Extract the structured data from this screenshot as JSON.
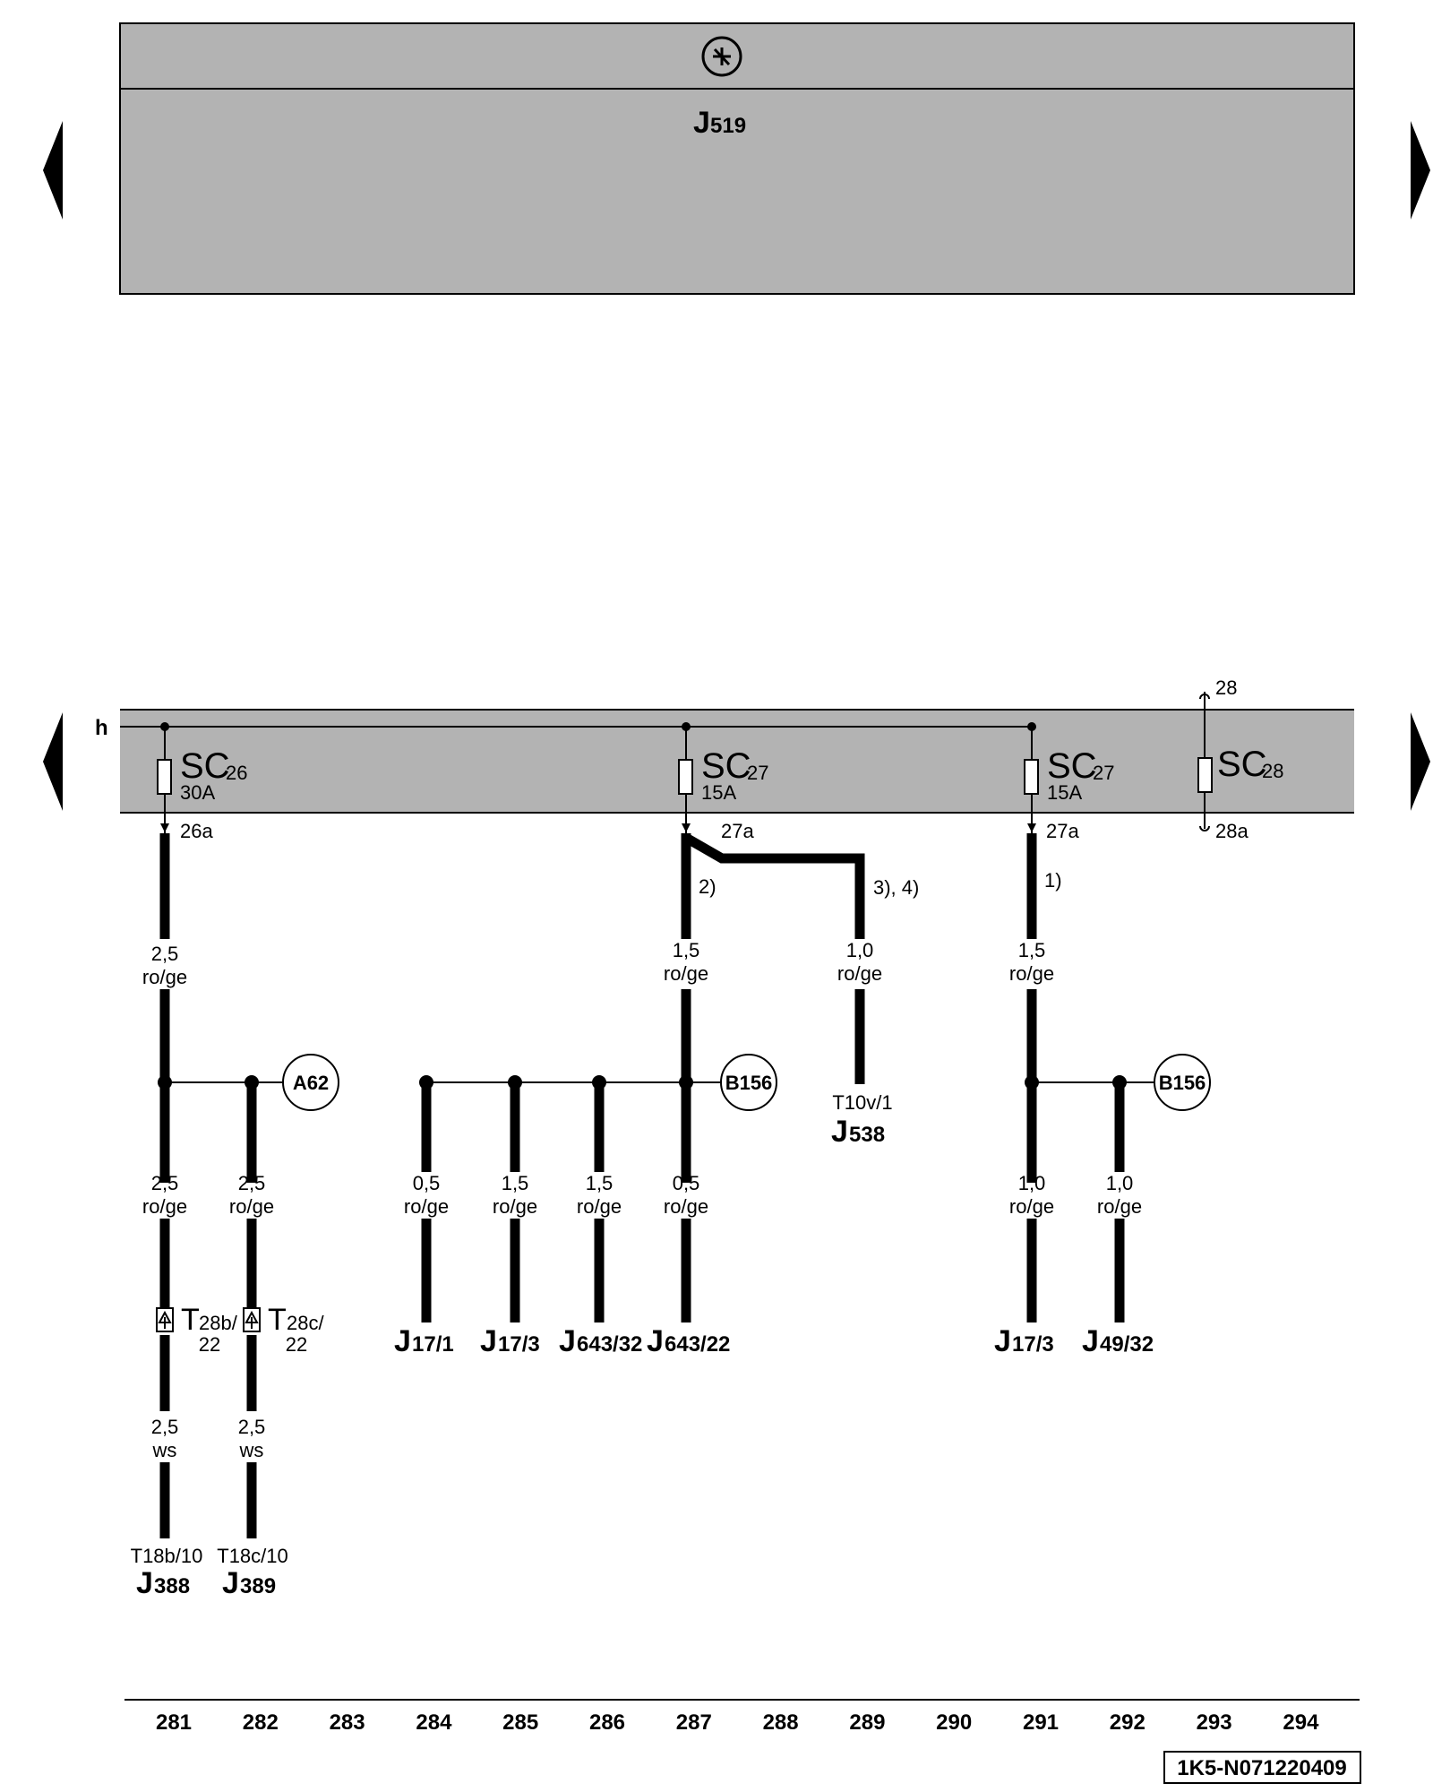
{
  "top_unit": {
    "symbol": "transistor-symbol",
    "component": "J",
    "component_sub": "519"
  },
  "rail_label": "h",
  "top_connector": "28",
  "fuses": [
    {
      "name": "SC",
      "num": "26",
      "amp": "30A",
      "out": "26a"
    },
    {
      "name": "SC",
      "num": "27",
      "amp": "15A",
      "out": "27a"
    },
    {
      "name": "SC",
      "num": "27",
      "amp": "15A",
      "out": "27a"
    },
    {
      "name": "SC",
      "num": "28",
      "amp": "",
      "out": "28a"
    }
  ],
  "footnotes": {
    "f2": "2)",
    "f34": "3), 4)",
    "f1": "1)"
  },
  "wires": [
    {
      "size": "2,5",
      "color": "ro/ge"
    },
    {
      "size": "1,5",
      "color": "ro/ge"
    },
    {
      "size": "1,0",
      "color": "ro/ge"
    },
    {
      "size": "1,5",
      "color": "ro/ge"
    },
    {
      "size": "2,5",
      "color": "ro/ge"
    },
    {
      "size": "2,5",
      "color": "ro/ge"
    },
    {
      "size": "0,5",
      "color": "ro/ge"
    },
    {
      "size": "1,5",
      "color": "ro/ge"
    },
    {
      "size": "1,5",
      "color": "ro/ge"
    },
    {
      "size": "0,5",
      "color": "ro/ge"
    },
    {
      "size": "1,0",
      "color": "ro/ge"
    },
    {
      "size": "1,0",
      "color": "ro/ge"
    },
    {
      "size": "2,5",
      "color": "ws"
    },
    {
      "size": "2,5",
      "color": "ws"
    }
  ],
  "nodes": {
    "a62": "A62",
    "b156_left": "B156",
    "b156_right": "B156"
  },
  "connectors": {
    "t28b": {
      "big": "T",
      "small": "28b/",
      "pin": "22"
    },
    "t28c": {
      "big": "T",
      "small": "28c/",
      "pin": "22"
    }
  },
  "terminals": [
    {
      "pin": "",
      "name": "J",
      "sub": "17/1"
    },
    {
      "pin": "",
      "name": "J",
      "sub": "17/3"
    },
    {
      "pin": "",
      "name": "J",
      "sub": "643/32"
    },
    {
      "pin": "",
      "name": "J",
      "sub": "643/22"
    },
    {
      "pin": "",
      "name": "J",
      "sub": "17/3"
    },
    {
      "pin": "",
      "name": "J",
      "sub": "49/32"
    },
    {
      "pin": "T10v/1",
      "name": "J",
      "sub": "538"
    },
    {
      "pin": "T18b/10",
      "name": "J",
      "sub": "388"
    },
    {
      "pin": "T18c/10",
      "name": "J",
      "sub": "389"
    }
  ],
  "columns": [
    "281",
    "282",
    "283",
    "284",
    "285",
    "286",
    "287",
    "288",
    "289",
    "290",
    "291",
    "292",
    "293",
    "294"
  ],
  "doc_code": "1K5-N071220409"
}
